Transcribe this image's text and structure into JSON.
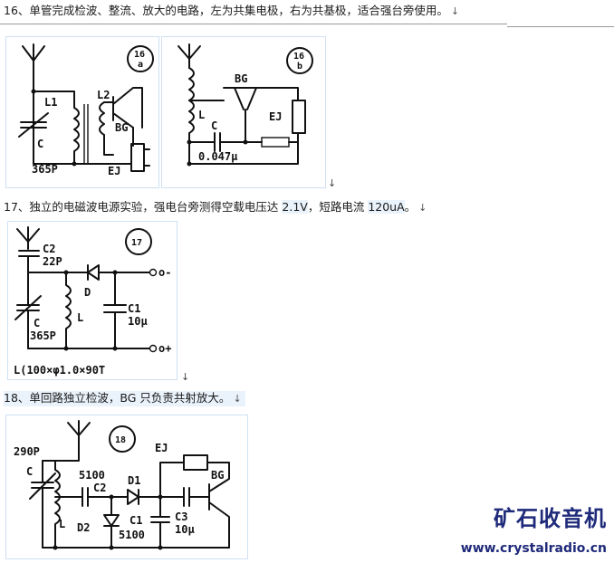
{
  "paragraphs": {
    "p16": {
      "text": "16、单管完成检波、整流、放大的电路，左为共集电极，右为共基极，适合强台旁使用。",
      "mark": "↓"
    },
    "p17": {
      "text_a": "17、独立的电磁波电源实验，强电台旁测得空载电压达 ",
      "v1": "2.1V",
      "text_b": "，短路电流 ",
      "v2": "120uA",
      "text_c": "。",
      "mark": "↓"
    },
    "p18": {
      "text": "18、单回路独立检波，BG 只负责共射放大。",
      "mark": "↓"
    }
  },
  "figures": {
    "fig16a": {
      "badge_num": "16",
      "badge_sub": "a",
      "labels": {
        "l1": "L1",
        "l2": "L2",
        "bg": "BG",
        "c": "C",
        "cap": "365P",
        "ej": "EJ"
      }
    },
    "fig16b": {
      "badge_num": "16",
      "badge_sub": "b",
      "labels": {
        "bg": "BG",
        "l": "L",
        "ej": "EJ",
        "c": "C",
        "cap": "0.047μ"
      }
    },
    "fig17": {
      "badge_num": "17",
      "labels": {
        "c2": "C2",
        "c2v": "22P",
        "d": "D",
        "c1": "C1",
        "c1v": "10μ",
        "c": "C",
        "cap": "365P",
        "l": "L",
        "coil": "L(100×φ1.0×90T",
        "neg": "o-",
        "pos": "o+"
      }
    },
    "fig18": {
      "badge_num": "18",
      "labels": {
        "c290": "290P",
        "c": "C",
        "r5100": "5100",
        "c2": "C2",
        "d1": "D1",
        "ej": "EJ",
        "bg": "BG",
        "l": "L",
        "d2": "D2",
        "c1": "C1",
        "c1v": "5100",
        "c3": "C3",
        "c3v": "10μ"
      }
    }
  },
  "watermark": {
    "name": "矿石收音机",
    "url": "www.crystalradio.cn"
  },
  "colors": {
    "highlight": "#eaf2fb",
    "frame": "#cfe0f3",
    "watermark": "#1f2a7a"
  }
}
